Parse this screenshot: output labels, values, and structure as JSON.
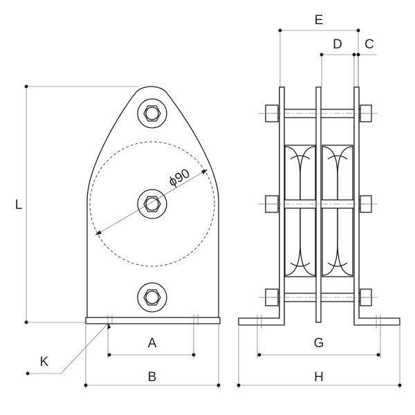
{
  "labels": {
    "e": "E",
    "d": "D",
    "c": "C",
    "l": "L",
    "diameter": "ϕ90",
    "a": "A",
    "b": "B",
    "k": "K",
    "g": "G",
    "h": "H"
  }
}
